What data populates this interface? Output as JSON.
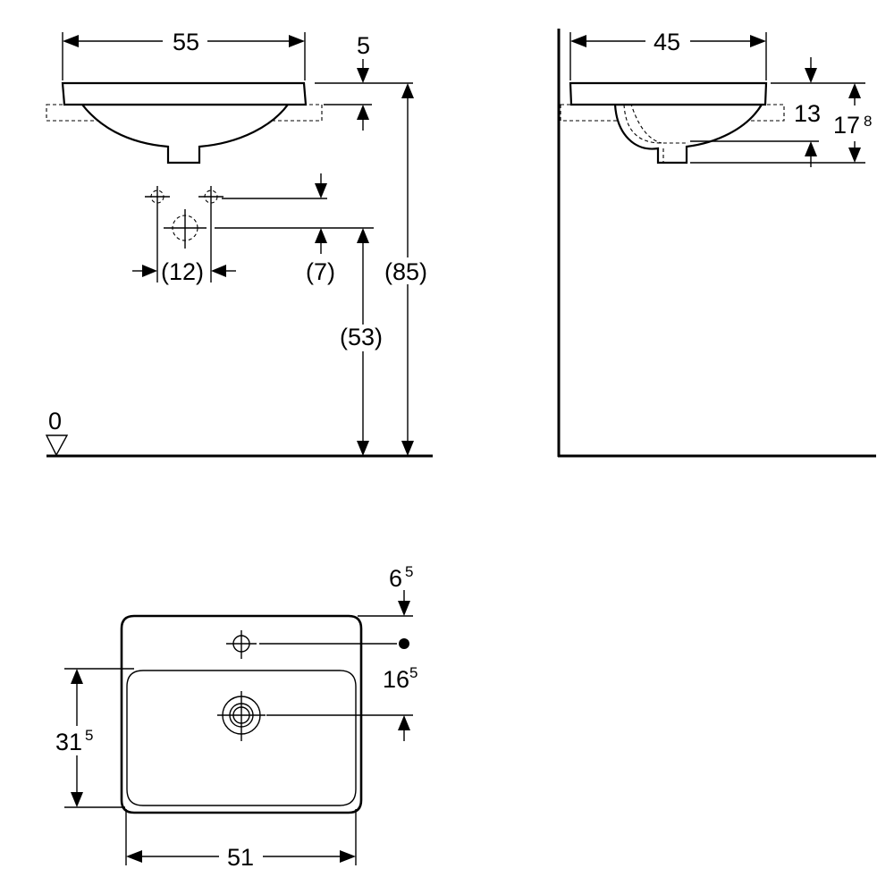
{
  "front_view": {
    "dim_width": "55",
    "dim_rim_thickness": "5",
    "dim_tap_spacing": "(12)",
    "dim_tap_height": "(7)",
    "dim_drain_height": "(53)",
    "dim_total_height": "(85)",
    "floor_reference": "0"
  },
  "side_view": {
    "dim_depth": "45",
    "dim_bowl_depth": "13",
    "dim_overall_main": "17",
    "dim_overall_sup": "8"
  },
  "top_view": {
    "dim_tap_offset_main": "6",
    "dim_tap_offset_sup": "5",
    "dim_drain_offset_main": "16",
    "dim_drain_offset_sup": "5",
    "dim_bowl_length_main": "31",
    "dim_bowl_length_sup": "5",
    "dim_bowl_width": "51"
  }
}
